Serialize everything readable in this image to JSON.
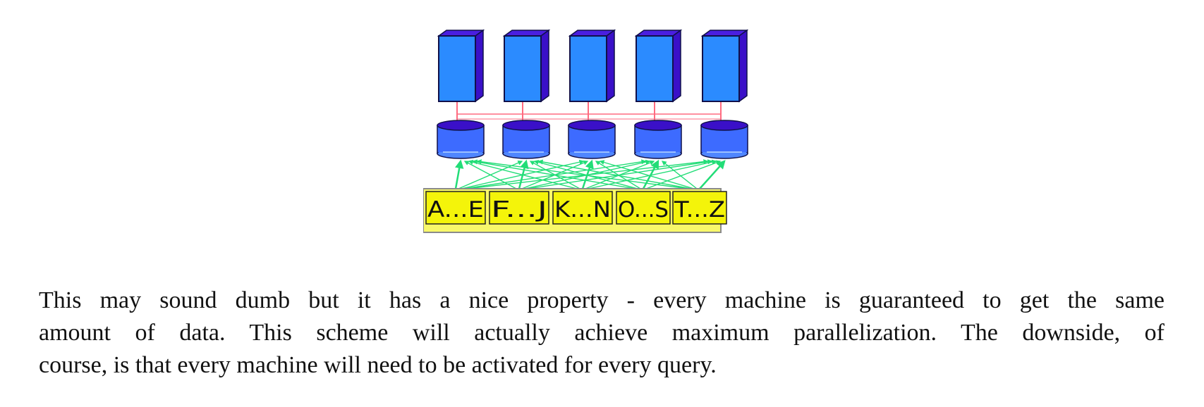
{
  "figure": {
    "partitions": [
      {
        "label": "A...E"
      },
      {
        "label": "F...J"
      },
      {
        "label": "K...N"
      },
      {
        "label": "O...S"
      },
      {
        "label": "T...Z"
      }
    ],
    "machine_count": 5,
    "colors": {
      "server_front": "#2b8bff",
      "server_side": "#3a10c8",
      "server_top": "#4a1fe0",
      "disk_body": "#3d6bff",
      "disk_top": "#3a10c8",
      "network_line": "#ff6b80",
      "arrow": "#22dd77",
      "partition_fill": "#f4f40a",
      "partition_border": "#8a8a8a"
    }
  },
  "paragraph": {
    "lines": [
      "This may sound dumb but it has a nice property - every machine is guaranteed to get the same",
      "amount of data.  This scheme will actually achieve maximum parallelization.  The downside, of",
      "course, is that every machine will need to be activated for every query."
    ]
  }
}
